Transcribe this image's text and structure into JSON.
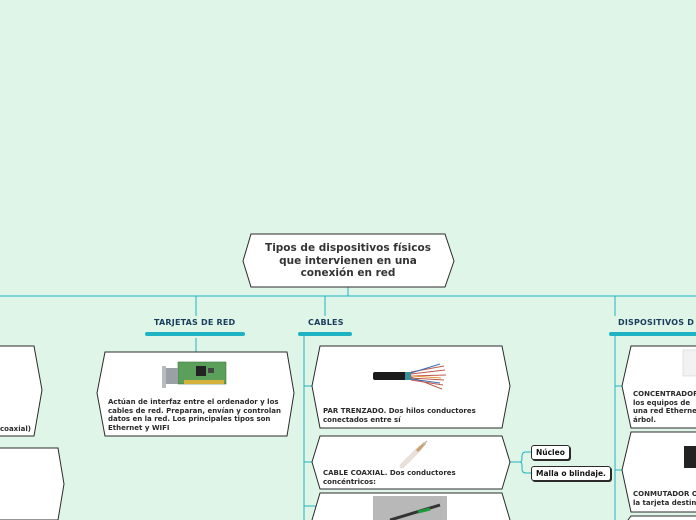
{
  "central": {
    "text": "Tipos de dispositivos físicos que intervienen en una conexión en red"
  },
  "branches": {
    "tarjetas": {
      "heading": "TARJETAS DE RED",
      "description": "Actúan de interfaz entre el ordenador y los cables de red. Preparan, envían y controlan datos en la red. Los principales tipos son Ethernet y WIFI"
    },
    "cables": {
      "heading": "CABLES",
      "items": [
        {
          "text": "PAR TRENZADO. Dos hilos conductores conectados entre sí",
          "icon": "twisted-pair-cable-image"
        },
        {
          "text": "CABLE COAXIAL. Dos conductores concéntricos:",
          "icon": "coaxial-cable-image"
        },
        {
          "text": "",
          "icon": "fiber-cable-image"
        }
      ],
      "coaxial_parts": [
        "Núcleo",
        "Malla o blindaje."
      ]
    },
    "dispositivos": {
      "heading": "DISPOSITIVOS D",
      "items": [
        {
          "text": "CONCENTRADOR los equipos de una red Etherne árbol."
        },
        {
          "text": "CONMUTADOR O la tarjeta destin"
        }
      ]
    },
    "left": {
      "partial_text": "coaxial)"
    }
  },
  "colors": {
    "background": "#dff5e8",
    "connector": "#1fb2c2",
    "heading": "#1b3d5c"
  }
}
